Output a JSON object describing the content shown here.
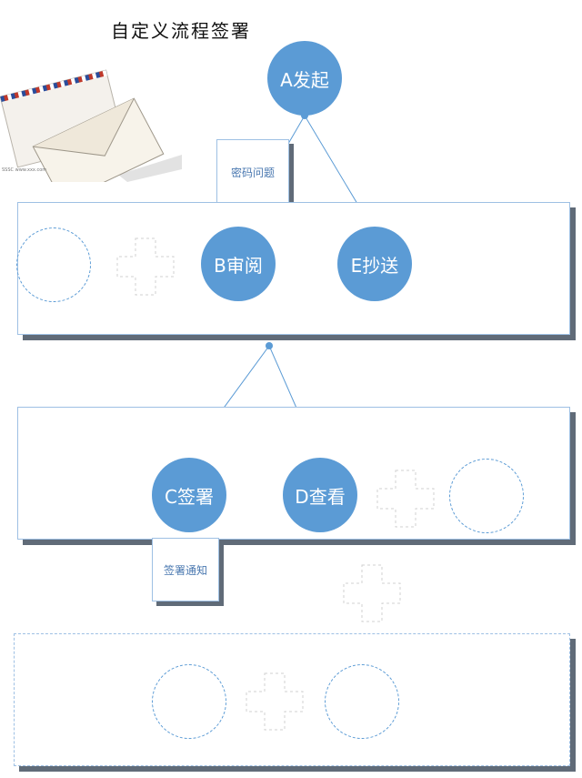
{
  "title": "自定义流程签署",
  "envelope_caption": "SSSC www.xxx.com",
  "nodes": {
    "a": "A发起",
    "b": "B审阅",
    "e": "E抄送",
    "c": "C签署",
    "d": "D查看"
  },
  "notes": {
    "password": "密码问题",
    "sign_notify": "签署通知"
  },
  "colors": {
    "node": "#5b9bd5",
    "border": "#9ec0e4",
    "shadow": "#606b78",
    "placeholder": "#5b9bd5"
  }
}
